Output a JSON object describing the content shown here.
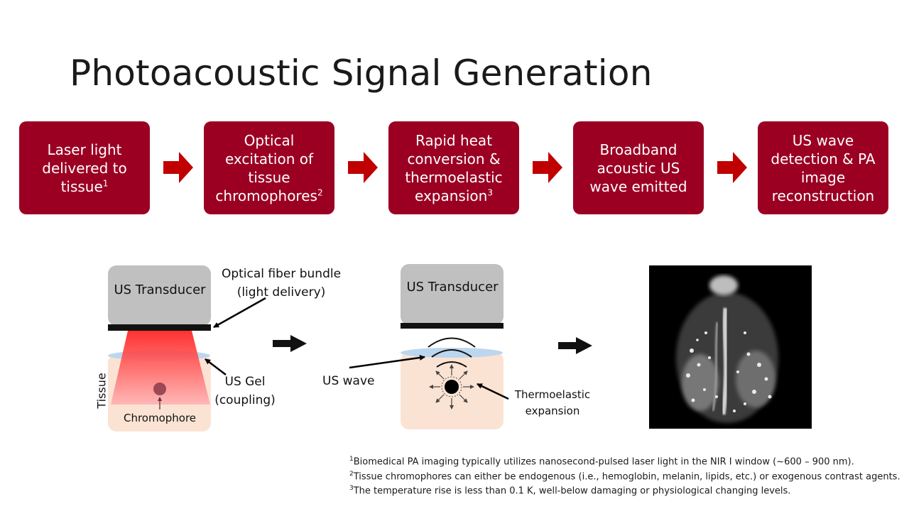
{
  "title": "Photoacoustic Signal Generation",
  "steps": [
    {
      "text": "Laser light delivered to tissue",
      "sup": "1"
    },
    {
      "text": "Optical excitation of tissue chromophores",
      "sup": "2"
    },
    {
      "text": "Rapid heat conversion & thermoelastic expansion",
      "sup": "3"
    },
    {
      "text": "Broadband acoustic US wave emitted",
      "sup": ""
    },
    {
      "text": "US wave detection & PA image reconstruction",
      "sup": ""
    }
  ],
  "diagram1": {
    "transducer": "US Transducer",
    "fiber": "Optical fiber bundle (light delivery)",
    "gel": "US Gel (coupling)",
    "tissue": "Tissue",
    "chromophore": "Chromophore"
  },
  "diagram2": {
    "transducer": "US Transducer",
    "us_wave": "US wave",
    "expansion": "Thermoelastic expansion"
  },
  "footnotes": [
    {
      "num": "1",
      "text": "Biomedical PA imaging typically utilizes nanosecond-pulsed laser light in the NIR I window (~600 – 900 nm)."
    },
    {
      "num": "2",
      "text": "Tissue chromophores  can either be endogenous (i.e., hemoglobin,  melanin, lipids, etc.) or exogenous contrast agents."
    },
    {
      "num": "3",
      "text": "The temperature  rise is less than 0.1 K, well-below damaging or physiological changing levels."
    }
  ],
  "colors": {
    "step_bg": "#9b0023",
    "arrow_red": "#c00000",
    "tissue": "#fbe3d4",
    "gel": "#bcd6ee",
    "transducer": "#c0c0c0"
  }
}
